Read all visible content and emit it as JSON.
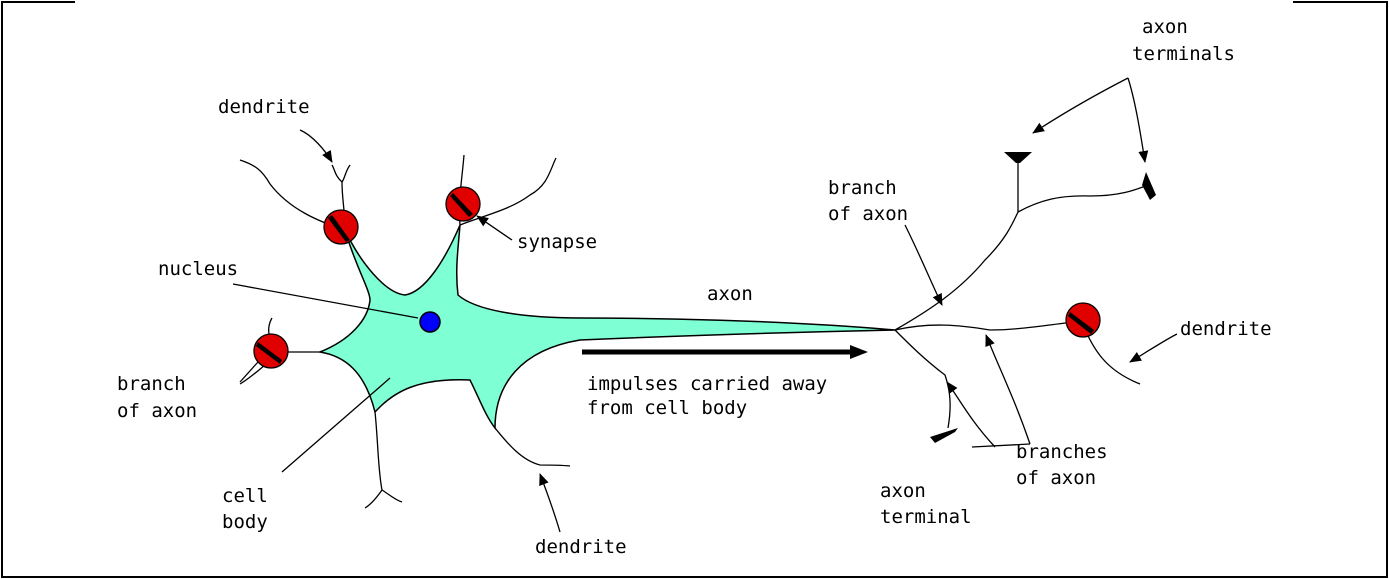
{
  "labels": {
    "dendrite_top": "dendrite",
    "synapse": "synapse",
    "nucleus": "nucleus",
    "branch_of_axon_left_1": "branch",
    "branch_of_axon_left_2": "of axon",
    "cell_body_1": "cell",
    "cell_body_2": "body",
    "dendrite_bottom": "dendrite",
    "axon": "axon",
    "impulses_1": "impulses carried away",
    "impulses_2": "from cell body",
    "branch_of_axon_right_1": "branch",
    "branch_of_axon_right_2": "of axon",
    "axon_terminals_1": "axon",
    "axon_terminals_2": "terminals",
    "dendrite_right": "dendrite",
    "branches_of_axon_1": "branches",
    "branches_of_axon_2": "of axon",
    "axon_terminal_1": "axon",
    "axon_terminal_2": "terminal"
  },
  "colors": {
    "cell_body": "#7fffd4",
    "synapse": "#e00000",
    "nucleus": "#0000ff",
    "border": "#000000"
  }
}
